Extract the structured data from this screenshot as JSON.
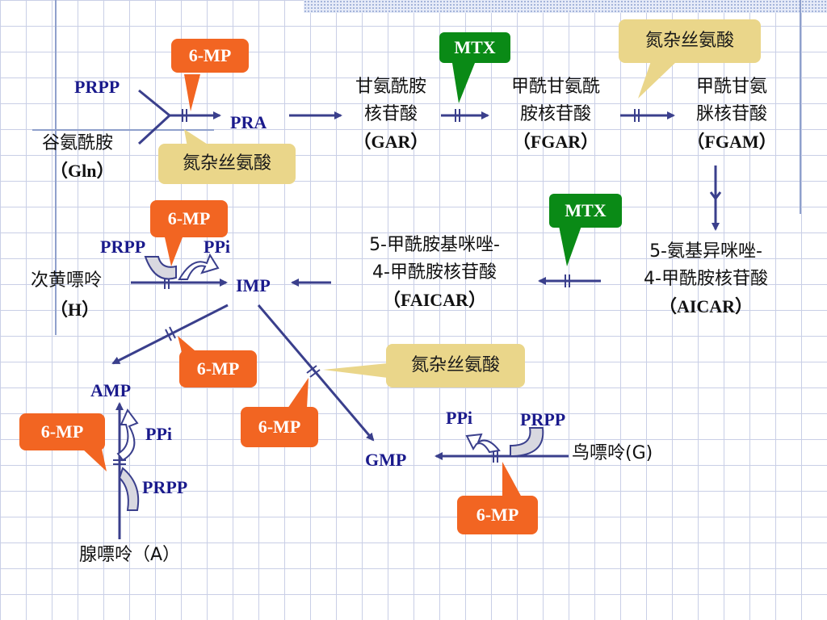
{
  "labels": {
    "prpp": "PRPP",
    "glutamine": "谷氨酰胺",
    "gln": "（Gln）",
    "pra": "PRA",
    "gar_cn1": "甘氨酰胺",
    "gar_cn2": "核苷酸",
    "gar": "（GAR）",
    "fgar_cn1": "甲酰甘氨酰",
    "fgar_cn2": "胺核苷酸",
    "fgar": "（FGAR）",
    "fgam_cn1": "甲酰甘氨",
    "fgam_cn2": "脒核苷酸",
    "fgam": "（FGAM）",
    "aicar_cn1": "5-氨基异咪唑-",
    "aicar_cn2": "4-甲酰胺核苷酸",
    "aicar": "（AICAR）",
    "faicar_cn1": "5-甲酰胺基咪唑-",
    "faicar_cn2": "4-甲酰胺核苷酸",
    "faicar": "（FAICAR）",
    "imp": "IMP",
    "hypoxanthine": "次黄嘌呤",
    "h": "（H）",
    "prpp_h": "PRPP",
    "ppi_h": "PPi",
    "amp": "AMP",
    "ppi_a": "PPi",
    "prpp_a": "PRPP",
    "adenine": "腺嘌呤（A）",
    "gmp": "GMP",
    "ppi_g": "PPi",
    "prpp_g": "PRPP",
    "guanine": "鸟嘌呤(G)"
  },
  "inhibitors": {
    "mp_1": "6-MP",
    "mp_2": "6-MP",
    "mp_3": "6-MP",
    "mp_4": "6-MP",
    "mp_5": "6-MP",
    "mp_6": "6-MP",
    "mtx_1": "MTX",
    "mtx_2": "MTX",
    "azaserine_1": "氮杂丝氨酸",
    "azaserine_2": "氮杂丝氨酸",
    "azaserine_3": "氮杂丝氨酸"
  },
  "colors": {
    "arrow": "#3a3f8c",
    "mp_orange": "#f26522",
    "mtx_green": "#0a8a16",
    "aza_yellow": "#ead68a",
    "label_blue": "#1a1a8c"
  }
}
